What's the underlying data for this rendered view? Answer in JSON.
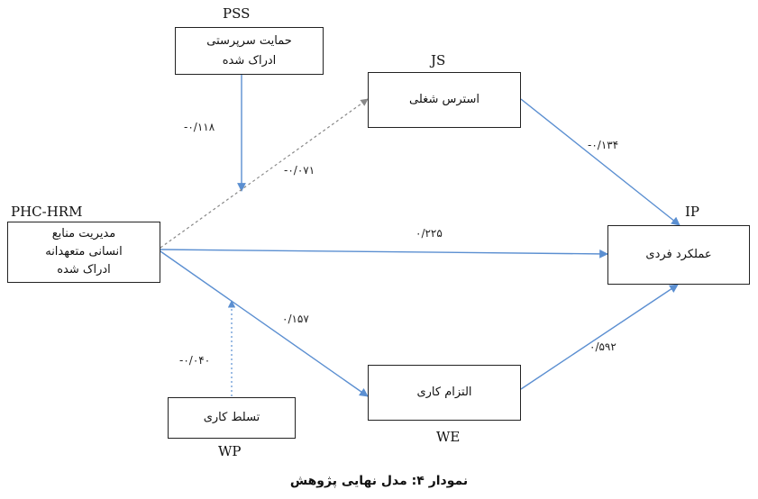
{
  "nodes": {
    "pss": {
      "code": "PSS",
      "label_lines": [
        "حمایت سرپرستی",
        "ادراک شده"
      ]
    },
    "js": {
      "code": "JS",
      "label_lines": [
        "استرس شغلی"
      ]
    },
    "phc": {
      "code": "PHC-HRM",
      "label_lines": [
        "مدیریت منابع",
        "انسانی متعهدانه",
        "ادراک شده"
      ]
    },
    "ip": {
      "code": "IP",
      "label_lines": [
        "عملکرد فردی"
      ]
    },
    "we": {
      "code": "WE",
      "label_lines": [
        "التزام کاری"
      ]
    },
    "wp": {
      "code": "WP",
      "label_lines": [
        "تسلط کاری"
      ]
    }
  },
  "paths": {
    "pss_moderation": "-۰/۱۱۸",
    "phc_js": "-۰/۰۷۱",
    "js_ip": "-۰/۱۳۴",
    "phc_ip": "۰/۲۲۵",
    "phc_we": "۰/۱۵۷",
    "wp_moderation": "-۰/۰۴۰",
    "we_ip": "۰/۵۹۲"
  },
  "caption": "نمودار ۴: مدل نهایی پژوهش",
  "colors": {
    "arrow": "#5b8fd1",
    "dotted": "#888888",
    "border": "#222222"
  }
}
